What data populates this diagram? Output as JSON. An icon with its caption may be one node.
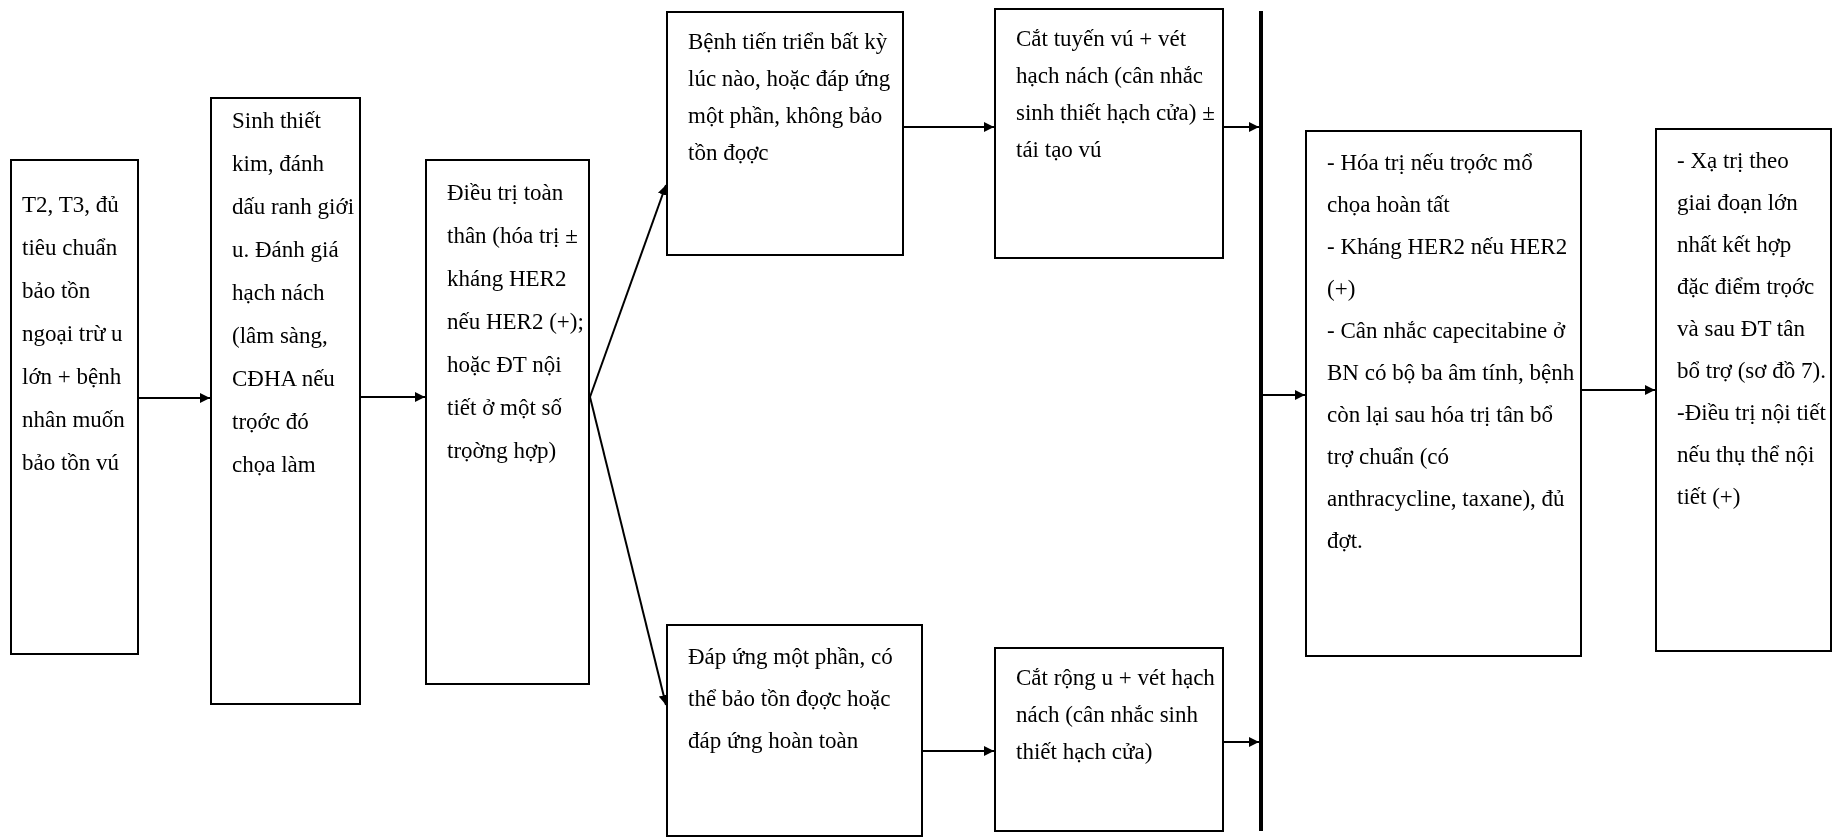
{
  "diagram": {
    "nodes": [
      {
        "text": [
          "T2, T3, đủ tiêu chuẩn bảo tồn ngoại trừ u lớn + bệnh nhân muốn bảo tồn vú"
        ]
      },
      {
        "text": [
          "Sinh thiết kim, đánh dấu ranh giới u.  Đánh giá hạch nách (lâm sàng, CĐHA nếu trọớc đó chọa làm"
        ]
      },
      {
        "text": [
          "Điều trị toàn thân (hóa trị ± kháng HER2 nếu HER2 (+); hoặc ĐT nội tiết ở một số trọờng hợp)"
        ]
      },
      {
        "text": [
          "Bệnh tiến triển bất kỳ lúc nào, hoặc đáp ứng một phần, không bảo tồn đọợc"
        ]
      },
      {
        "text": [
          "Cắt tuyến vú + vét hạch nách  (cân nhắc sinh thiết hạch cửa) ± tái tạo vú"
        ]
      },
      {
        "text": [
          "Đáp ứng một phần, có thể bảo tồn đọợc hoặc đáp ứng hoàn toàn"
        ]
      },
      {
        "text": [
          "Cắt rộng u + vét hạch nách (cân nhắc sinh thiết hạch cửa)"
        ]
      },
      {
        "text": [],
        "shape": "bar"
      },
      {
        "text": [
          "- Hóa trị nếu trọớc mổ chọa hoàn tất",
          "- Kháng HER2 nếu HER2 (+)",
          "- Cân nhắc capecitabine ở BN có bộ ba âm tính, bệnh còn lại sau hóa trị tân bổ trợ chuẩn (có anthracycline, taxane), đủ đợt."
        ]
      },
      {
        "text": [
          "- Xạ trị theo giai đoạn lớn nhất kết hợp đặc điểm trọớc và sau ĐT tân bổ trợ (sơ đồ 7).",
          "-Điều trị nội tiết nếu thụ thể nội tiết (+)"
        ]
      }
    ],
    "edges": [
      {
        "from": 0,
        "to": 1,
        "arrow": "to"
      },
      {
        "from": 1,
        "to": 2,
        "arrow": "to"
      },
      {
        "from": 2,
        "to": 3,
        "arrow": "to"
      },
      {
        "from": 2,
        "to": 5,
        "arrow": "to"
      },
      {
        "from": 3,
        "to": 4,
        "arrow": "to"
      },
      {
        "from": 5,
        "to": 6,
        "arrow": "to"
      },
      {
        "from": 4,
        "to": 7,
        "arrow": "to"
      },
      {
        "from": 6,
        "to": 7,
        "arrow": "to"
      },
      {
        "from": 7,
        "to": 8,
        "arrow": "to"
      },
      {
        "from": 8,
        "to": 9,
        "arrow": "to"
      }
    ]
  }
}
